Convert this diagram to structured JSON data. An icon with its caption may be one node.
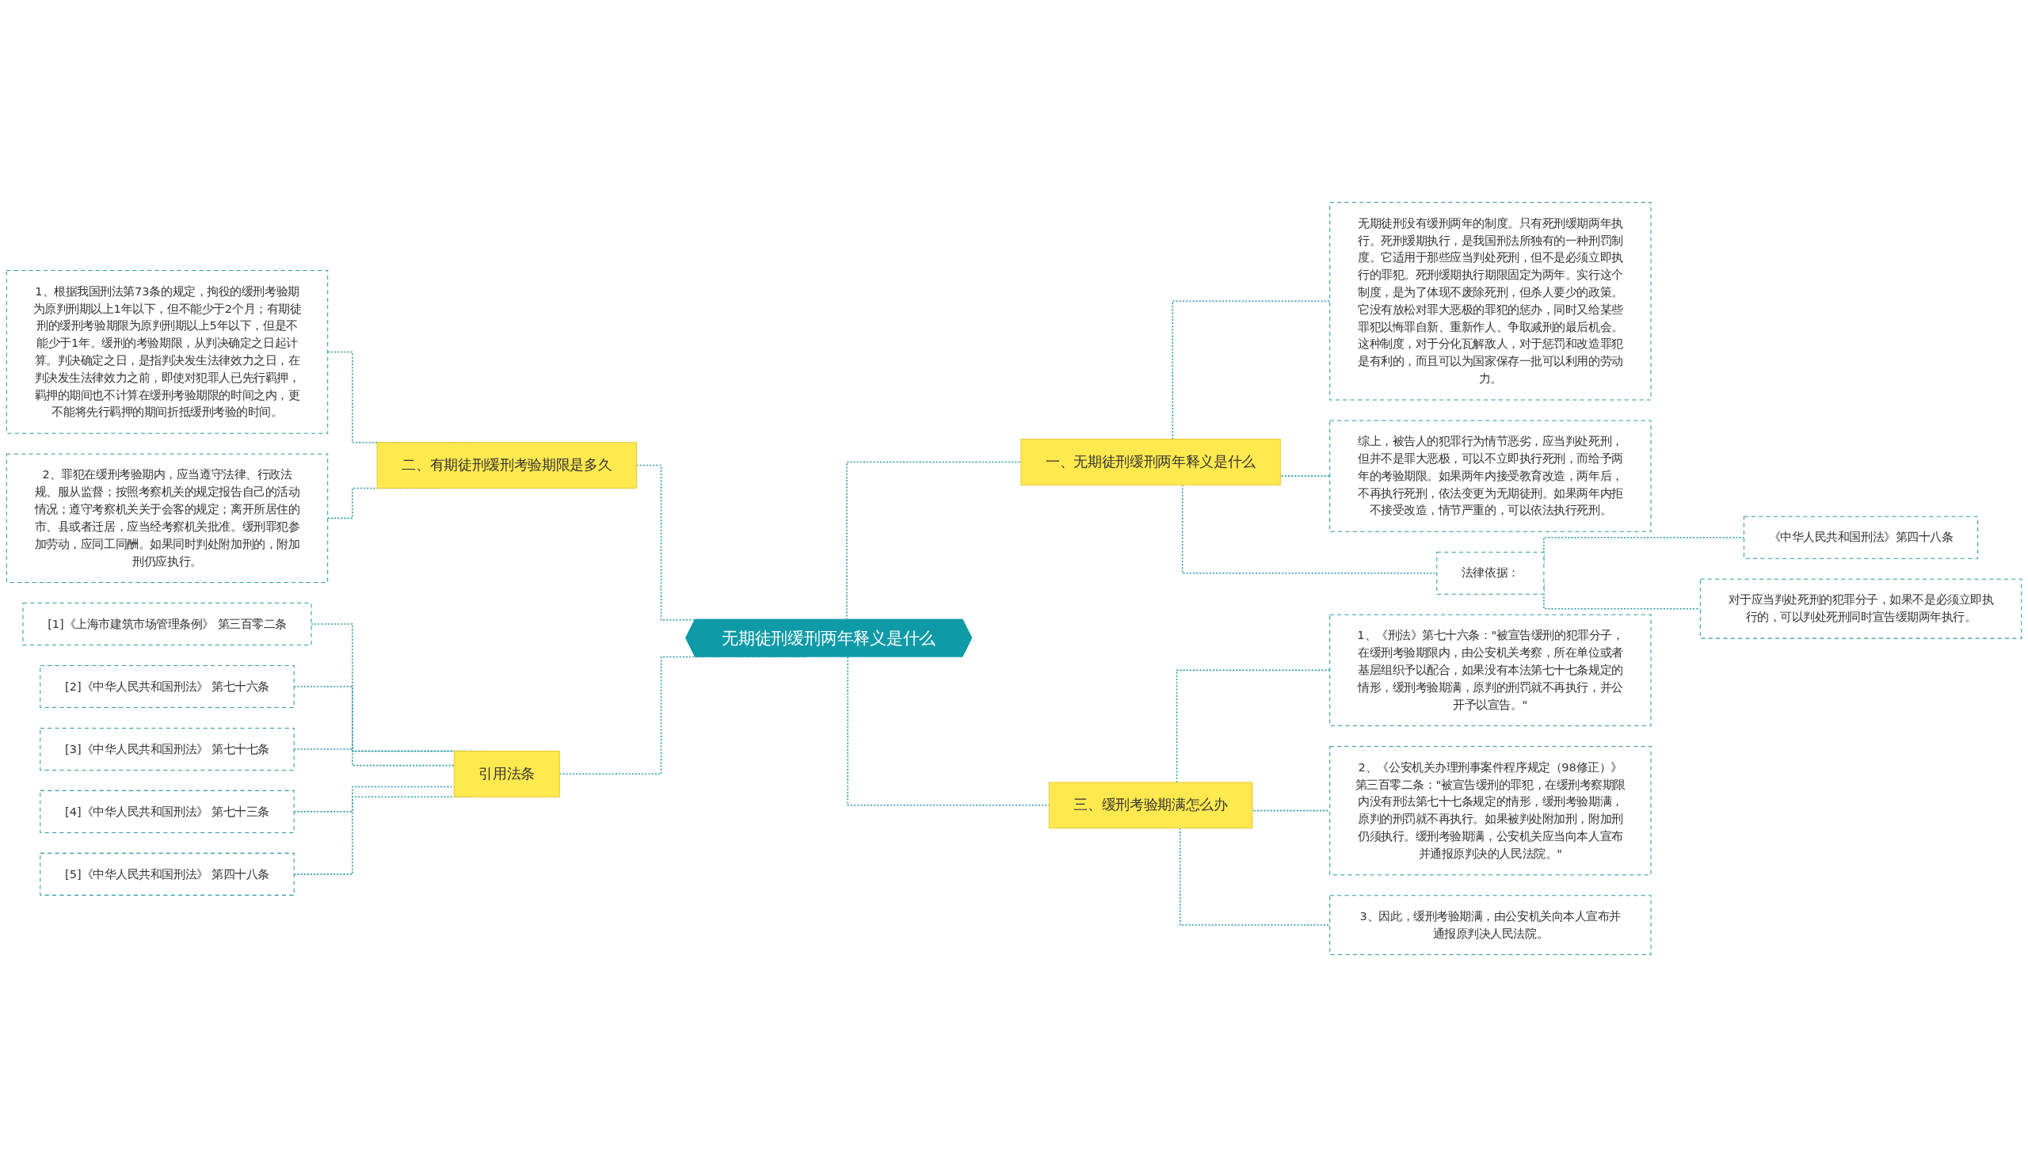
{
  "diagram": {
    "nodes": [
      {
        "text": [
          "无期徒刑缓刑两年释义是什么"
        ]
      },
      {
        "text": [
          "一、无期徒刑缓刑两年释义是什么"
        ]
      },
      {
        "text": [
          "无期徒刑没有缓刑两年的制度。只有死刑缓期两年执行。死刑缓期执行，是我国刑法所独有的一种刑罚制度。它适用于那些应当判处死刑，但不是必须立即执行的罪犯。死刑缓期执行期限固定为两年。实行这个制度，是为了体现不废除死刑，但杀人要少的政策。它没有放松对罪大恶极的罪犯的惩办，同时又给某些罪犯以悔罪自新、重新作人、争取减刑的最后机会。这种制度，对于分化瓦解敌人，对于惩罚和改造罪犯是有利的，而且可以为国家保存一批可以利用的劳动力。"
        ]
      },
      {
        "text": [
          "综上，被告人的犯罪行为情节恶劣，应当判处死刑，但并不是罪大恶极，可以不立即执行死刑，而给予两年的考验期限。如果两年内接受教育改造，两年后，不再执行死刑，依法变更为无期徒刑。如果两年内拒不接受改造，情节严重的，可以依法执行死刑。"
        ]
      },
      {
        "text": [
          "法律依据："
        ]
      },
      {
        "text": [
          "《中华人民共和国刑法》第四十八条"
        ]
      },
      {
        "text": [
          "对于应当判处死刑的犯罪分子，如果不是必须立即执行的，可以判处死刑同时宣告缓期两年执行。"
        ]
      },
      {
        "text": [
          "三、缓刑考验期满怎么办"
        ]
      },
      {
        "text": [
          "1、《刑法》第七十六条：\"被宣告缓刑的犯罪分子，在缓刑考验期限内，由公安机关考察，所在单位或者基层组织予以配合，如果没有本法第七十七条规定的情形，缓刑考验期满，原判的刑罚就不再执行，并公开予以宣告。\""
        ]
      },
      {
        "text": [
          "2、《公安机关办理刑事案件程序规定（98修正）》第三百零二条：\"被宣告缓刑的罪犯，在缓刑考察期限内没有刑法第七十七条规定的情形，缓刑考验期满，原判的刑罚就不再执行。如果被判处附加刑，附加刑仍须执行。缓刑考验期满，公安机关应当向本人宣布并通报原判决的人民法院。\""
        ]
      },
      {
        "text": [
          "3、因此，缓刑考验期满，由公安机关向本人宣布并通报原判决人民法院。"
        ]
      },
      {
        "text": [
          "二、有期徒刑缓刑考验期限是多久"
        ]
      },
      {
        "text": [
          "1、根据我国刑法第73条的规定，拘役的缓刑考验期为原判刑期以上1年以下，但不能少于2个月；有期徒刑的缓刑考验期限为原判刑期以上5年以下，但是不能少于1年。缓刑的考验期限，从判决确定之日起计算。判决确定之日，是指判决发生法律效力之日，在判决发生法律效力之前，即使对犯罪人已先行羁押，羁押的期间也不计算在缓刑考验期限的时间之内，更不能将先行羁押的期间折抵缓刑考验的时间。"
        ]
      },
      {
        "text": [
          "2、罪犯在缓刑考验期内，应当遵守法律、行政法规、服从监督；按照考察机关的规定报告自己的活动情况；遵守考察机关关于会客的规定；离开所居住的市、县或者迁居，应当经考察机关批准。缓刑罪犯参加劳动，应同工同酬。如果同时判处附加刑的，附加刑仍应执行。"
        ]
      },
      {
        "text": [
          "引用法条"
        ]
      },
      {
        "text": [
          "[1]《上海市建筑市场管理条例》 第三百零二条"
        ]
      },
      {
        "text": [
          "[2]《中华人民共和国刑法》 第七十六条"
        ]
      },
      {
        "text": [
          "[3]《中华人民共和国刑法》 第七十七条"
        ]
      },
      {
        "text": [
          "[4]《中华人民共和国刑法》 第七十三条"
        ]
      },
      {
        "text": [
          "[5]《中华人民共和国刑法》 第四十八条"
        ]
      }
    ],
    "edges": [
      {
        "from": 0,
        "to": 1,
        "arrow": "none",
        "style": "dashed"
      },
      {
        "from": 1,
        "to": 2,
        "arrow": "none",
        "style": "dashed"
      },
      {
        "from": 1,
        "to": 3,
        "arrow": "none",
        "style": "dashed"
      },
      {
        "from": 1,
        "to": 4,
        "arrow": "none",
        "style": "dashed"
      },
      {
        "from": 4,
        "to": 5,
        "arrow": "none",
        "style": "dashed"
      },
      {
        "from": 4,
        "to": 6,
        "arrow": "none",
        "style": "dashed"
      },
      {
        "from": 0,
        "to": 7,
        "arrow": "none",
        "style": "dashed"
      },
      {
        "from": 7,
        "to": 8,
        "arrow": "none",
        "style": "dashed"
      },
      {
        "from": 7,
        "to": 9,
        "arrow": "none",
        "style": "dashed"
      },
      {
        "from": 7,
        "to": 10,
        "arrow": "none",
        "style": "dashed"
      },
      {
        "from": 11,
        "to": 0,
        "arrow": "none",
        "style": "dashed"
      },
      {
        "from": 12,
        "to": 11,
        "arrow": "none",
        "style": "dashed"
      },
      {
        "from": 13,
        "to": 11,
        "arrow": "none",
        "style": "dashed"
      },
      {
        "from": 14,
        "to": 0,
        "arrow": "none",
        "style": "dashed"
      },
      {
        "from": 15,
        "to": 14,
        "arrow": "none",
        "style": "dashed"
      },
      {
        "from": 16,
        "to": 14,
        "arrow": "none",
        "style": "dashed"
      },
      {
        "from": 17,
        "to": 14,
        "arrow": "none",
        "style": "dashed"
      },
      {
        "from": 18,
        "to": 14,
        "arrow": "none",
        "style": "dashed"
      },
      {
        "from": 19,
        "to": 14,
        "arrow": "none",
        "style": "dashed"
      }
    ]
  }
}
